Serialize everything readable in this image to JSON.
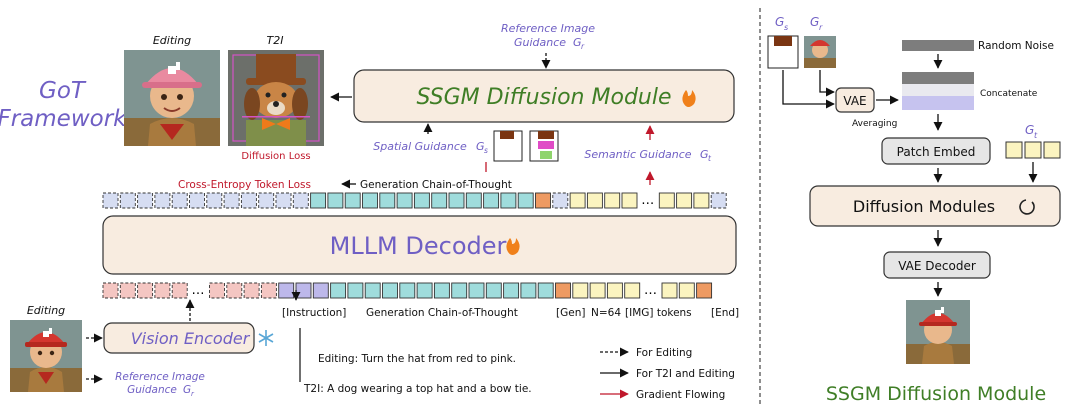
{
  "left": {
    "got_line1": "GoT",
    "got_line2": "Framework",
    "editing_top_label": "Editing",
    "t2i_label": "T2I",
    "diffusion_loss": "Diffusion Loss",
    "ref_guidance_top_line1": "Reference Image",
    "ref_guidance_top_line2": "Guidance",
    "ref_guidance_top_sym": "G",
    "ref_guidance_top_sub": "r",
    "ssgm_title": "SSGM Diffusion Module",
    "spatial_guidance": "Spatial Guidance",
    "spatial_sym": "G",
    "spatial_sub": "s",
    "semantic_guidance": "Semantic Guidance",
    "semantic_sym": "G",
    "semantic_sub": "t",
    "ce_loss": "Cross-Entropy Token Loss",
    "gen_cot_top": "Generation Chain-of-Thought",
    "mllm_title": "MLLM Decoder",
    "editing_bottom_label": "Editing",
    "vision_encoder": "Vision Encoder",
    "ref_guidance_bottom_line1": "Reference Image",
    "ref_guidance_bottom_line2": "Guidance",
    "ref_guidance_bottom_sym": "G",
    "ref_guidance_bottom_sub": "r",
    "tok_instruction": "[Instruction]",
    "tok_gen_cot": "Generation Chain-of-Thought",
    "tok_gen": "[Gen]",
    "tok_n": "N=64",
    "tok_img": "[IMG] tokens",
    "tok_end": "[End]",
    "example_editing": "Editing: Turn the hat from red to pink.",
    "example_t2i": "T2I: A dog wearing a top hat and a bow tie.",
    "legend_editing": "For Editing",
    "legend_both": "For T2I and Editing",
    "legend_gradient": "Gradient Flowing"
  },
  "right": {
    "gs_sym": "G",
    "gs_sub": "s",
    "gr_sym": "G",
    "gr_sub": "r",
    "random_noise": "Random Noise",
    "vae": "VAE",
    "concatenate": "Concatenate",
    "averaging": "Averaging",
    "patch_embed": "Patch Embed",
    "gt_sym": "G",
    "gt_sub": "t",
    "diffusion_modules": "Diffusion Modules",
    "vae_decoder": "VAE Decoder",
    "title": "SSGM Diffusion Module"
  },
  "colors": {
    "purple": "#6f5fc4",
    "green": "#3f7e26",
    "red": "#c0182b",
    "module_fill": "#f8ece0",
    "teal": "#9fdcdc",
    "pink_token": "#f4c6c2",
    "lavender_token": "#bdb8ea",
    "yellow_token": "#fbf4c0",
    "orange_token": "#ee9a62"
  }
}
